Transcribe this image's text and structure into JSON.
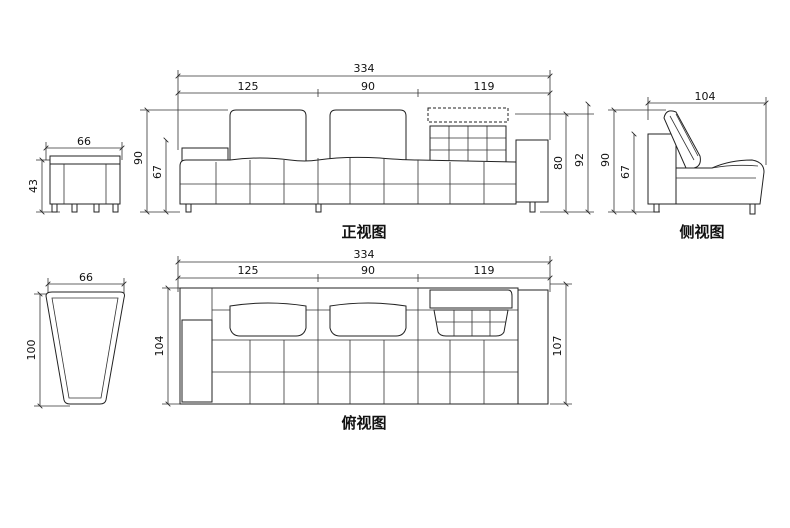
{
  "views": {
    "front": {
      "caption": "正视图"
    },
    "side": {
      "caption": "侧视图"
    },
    "top": {
      "caption": "俯视图"
    }
  },
  "dimensions": {
    "front_total": "334",
    "front_seg_left": "125",
    "front_seg_mid": "90",
    "front_seg_right": "119",
    "front_height_left": "90",
    "front_seat_left": "67",
    "front_height_right": "92",
    "front_seat_right": "80",
    "ottoman_width": "66",
    "ottoman_height": "43",
    "side_depth": "104",
    "side_height": "90",
    "side_seat": "67",
    "top_total": "334",
    "top_seg_left": "125",
    "top_seg_mid": "90",
    "top_seg_right": "119",
    "top_depth_left": "104",
    "top_depth_right": "107",
    "ottoman_top_width": "66",
    "ottoman_top_depth": "100"
  }
}
